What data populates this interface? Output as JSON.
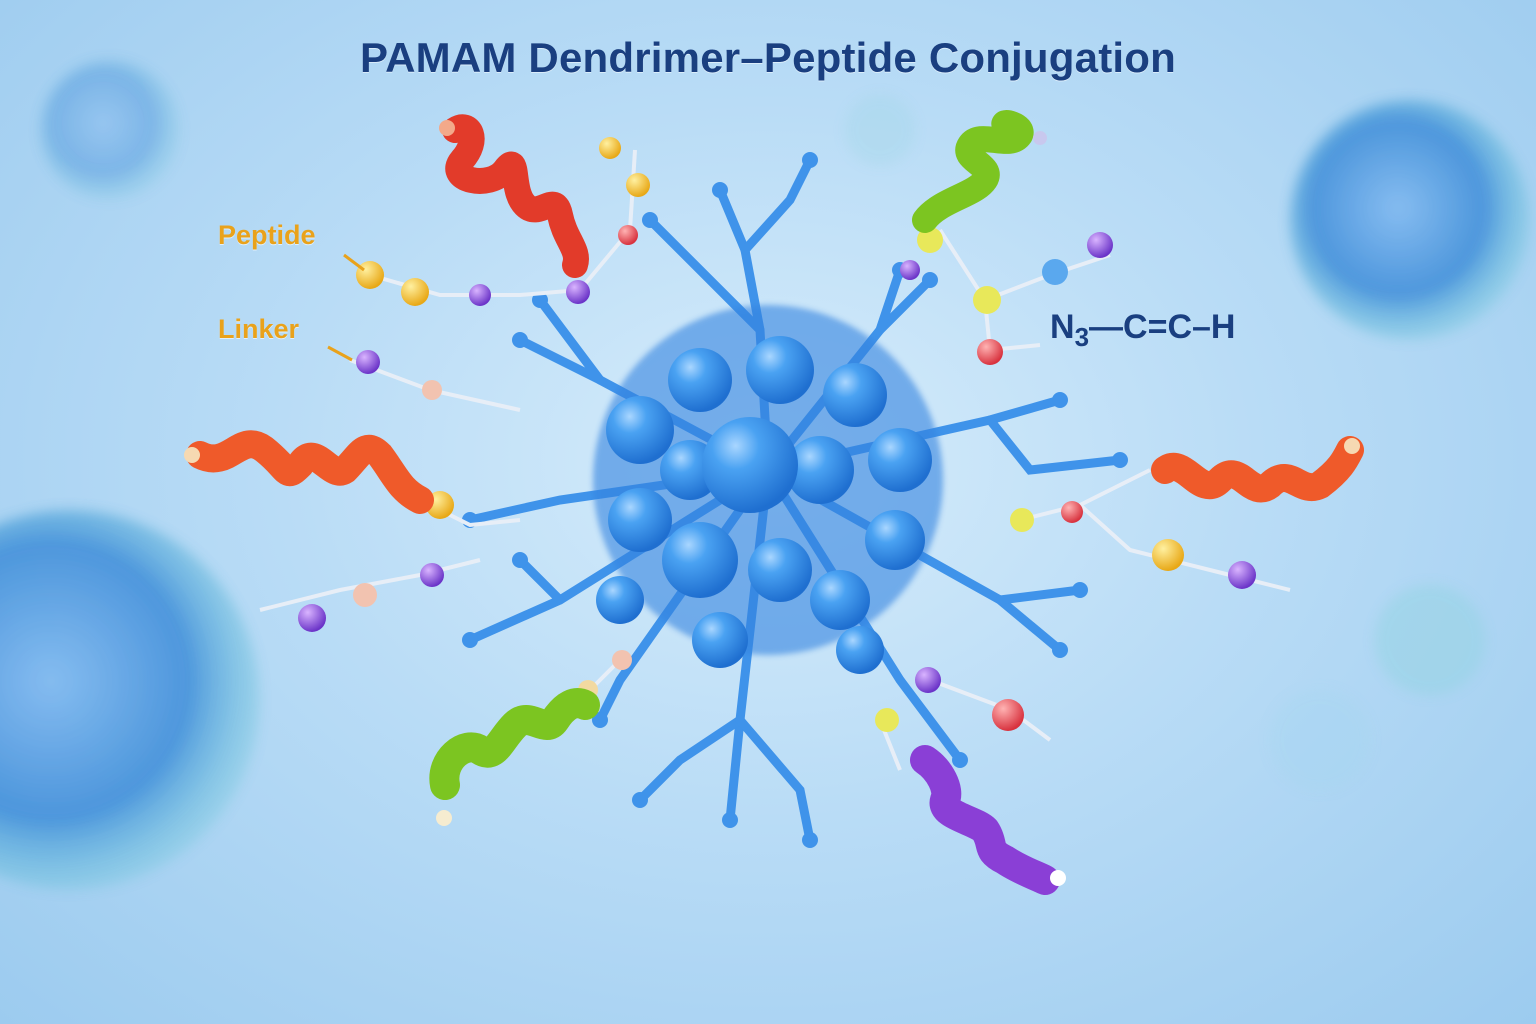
{
  "title": "PAMAM Dendrimer–Peptide Conjugation",
  "labels": {
    "peptide": "Peptide",
    "linker": "Linker"
  },
  "formula": {
    "n_symbol": "N",
    "n_subscript": "3",
    "rest": "–C≡C–H",
    "display_rest": "—C=C–H"
  },
  "colors": {
    "background": "#b9dcf6",
    "dendrimer": "#3a8fe6",
    "title": "#1a3f80",
    "label": "#e9a21b",
    "helix_red": "#e8412b",
    "helix_orange_red": "#ef5a2a",
    "helix_green": "#7cc521",
    "helix_purple": "#8a3fd6"
  },
  "helices": [
    {
      "position": "top-left",
      "color": "#e23b2a"
    },
    {
      "position": "top-right",
      "color": "#7cc521"
    },
    {
      "position": "left",
      "color": "#ef5a2a"
    },
    {
      "position": "right",
      "color": "#ef5a2a"
    },
    {
      "position": "bottom-left",
      "color": "#7cc521"
    },
    {
      "position": "bottom-right",
      "color": "#8a3fd6"
    }
  ]
}
